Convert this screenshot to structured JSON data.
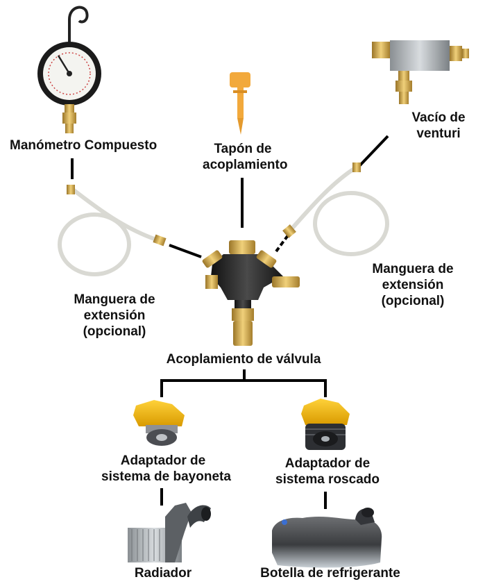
{
  "labels": {
    "gauge": "Manómetro Compuesto",
    "plug": [
      "Tapón de",
      "acoplamiento"
    ],
    "venturi": [
      "Vacío de",
      "venturi"
    ],
    "hose_left": [
      "Manguera de",
      "extensión",
      "(opcional)"
    ],
    "hose_right": [
      "Manguera de",
      "extensión",
      "(opcional)"
    ],
    "valve": "Acoplamiento de válvula",
    "bayonet": [
      "Adaptador de",
      "sistema de bayoneta"
    ],
    "threaded": [
      "Adaptador de",
      "sistema roscado"
    ],
    "radiator": "Radiador",
    "bottle": "Botella de refrigerante"
  },
  "colors": {
    "brass": "#c9a24a",
    "black_plastic": "#2a2a2a",
    "yellow_cap": "#f2b705",
    "hose": "#dcdcd6",
    "line": "#000000"
  }
}
